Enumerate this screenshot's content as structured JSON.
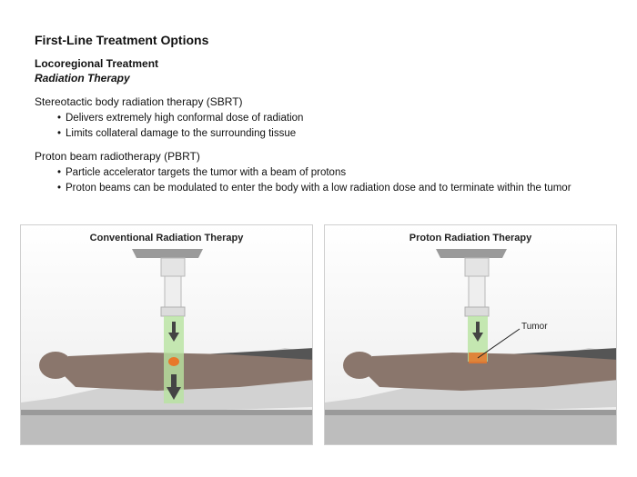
{
  "heading": "First-Line Treatment Options",
  "subheading": "Locoregional Treatment",
  "subsubheading": "Radiation Therapy",
  "sections": [
    {
      "title": "Stereotactic body radiation therapy (SBRT)",
      "bullets": [
        "Delivers extremely high conformal dose of radiation",
        "Limits collateral damage to the surrounding tissue"
      ]
    },
    {
      "title": "Proton beam radiotherapy (PBRT)",
      "bullets": [
        "Particle accelerator targets the tumor with a beam of protons",
        "Proton beams can be modulated to enter the body with a low radiation dose and to terminate within the tumor"
      ]
    }
  ],
  "figures": {
    "conventional_title": "Conventional Radiation Therapy",
    "proton_title": "Proton Radiation Therapy",
    "tumor_label": "Tumor"
  },
  "colors": {
    "body": "#8a766c",
    "beam": "#b8e3a0",
    "tumor": "#e8782a",
    "table": "#a8a8a8",
    "floor": "#c8c8c8"
  }
}
